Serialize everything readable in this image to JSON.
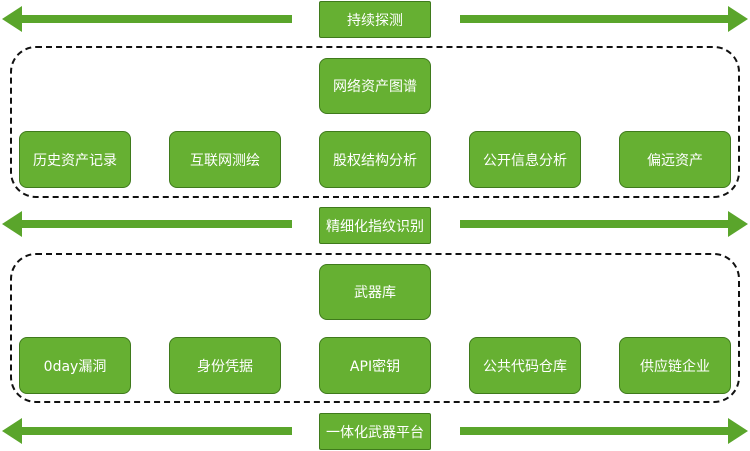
{
  "colors": {
    "box_fill": "#66b032",
    "box_border": "#3f7a1c",
    "arrow": "#5aa52b",
    "dash": "#111111"
  },
  "banners": {
    "top": "持续探测",
    "middle": "精细化指纹识别",
    "bottom": "一体化武器平台"
  },
  "group1": {
    "title": "网络资产图谱",
    "items": [
      "历史资产记录",
      "互联网测绘",
      "股权结构分析",
      "公开信息分析",
      "偏远资产"
    ]
  },
  "group2": {
    "title": "武器库",
    "items": [
      "0day漏洞",
      "身份凭据",
      "API密钥",
      "公共代码仓库",
      "供应链企业"
    ]
  }
}
